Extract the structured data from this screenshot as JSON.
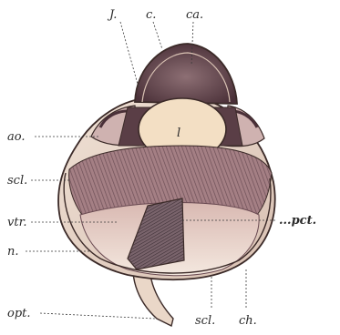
{
  "labels": {
    "j": "J.",
    "c": "c.",
    "ca": "ca.",
    "l": "l",
    "ao": "ao.",
    "scl_left": "scl.",
    "vtr": "vtr.",
    "pct": "...pct.",
    "n": "n.",
    "opt": "opt.",
    "scl_bottom": "scl.",
    "ch": "ch."
  },
  "colors": {
    "outline": "#3b2a28",
    "sclera": "#e9d6c9",
    "chamber": "#6a4a52",
    "lens": "#f3dfc4",
    "retina": "#c9a6a6",
    "vitreous": "#eadbd0",
    "choroid": "#8a6a73",
    "pecten": "#5a4a52",
    "optic_nerve": "#e7d2c2"
  }
}
